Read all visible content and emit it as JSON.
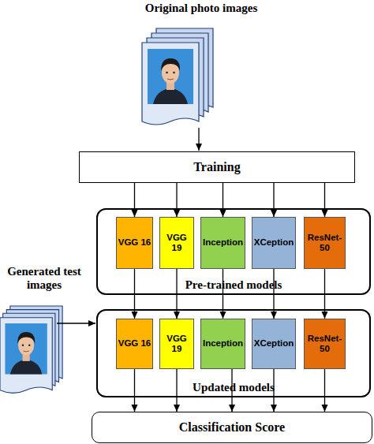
{
  "diagram": {
    "nodes": [
      {
        "text": [
          "Training"
        ]
      },
      {
        "text": [
          "Pre-trained models"
        ]
      },
      {
        "text": [
          "VGG 16"
        ],
        "in": 1
      },
      {
        "text": [
          "VGG 19"
        ],
        "in": 1
      },
      {
        "text": [
          "Inception"
        ],
        "in": 1
      },
      {
        "text": [
          "XCeption"
        ],
        "in": 1
      },
      {
        "text": [
          "ResNet-50"
        ],
        "in": 1
      },
      {
        "text": [
          "Updated models"
        ]
      },
      {
        "text": [
          "VGG 16"
        ],
        "in": 7
      },
      {
        "text": [
          "VGG 19"
        ],
        "in": 7
      },
      {
        "text": [
          "Inception"
        ],
        "in": 7
      },
      {
        "text": [
          "XCeption"
        ],
        "in": 7
      },
      {
        "text": [
          "ResNet-50"
        ],
        "in": 7
      },
      {
        "text": [
          "Classification Score"
        ]
      }
    ],
    "edges": [
      {
        "from": 0,
        "to": 2,
        "arrow": "to"
      },
      {
        "from": 0,
        "to": 3,
        "arrow": "to"
      },
      {
        "from": 0,
        "to": 4,
        "arrow": "to"
      },
      {
        "from": 0,
        "to": 5,
        "arrow": "to"
      },
      {
        "from": 0,
        "to": 6,
        "arrow": "to"
      },
      {
        "from": 2,
        "to": 8,
        "arrow": "to"
      },
      {
        "from": 3,
        "to": 9,
        "arrow": "to"
      },
      {
        "from": 4,
        "to": 10,
        "arrow": "to"
      },
      {
        "from": 5,
        "to": 11,
        "arrow": "to"
      },
      {
        "from": 6,
        "to": 12,
        "arrow": "to"
      },
      {
        "from": 8,
        "to": 13,
        "arrow": "to"
      },
      {
        "from": 9,
        "to": 13,
        "arrow": "to"
      },
      {
        "from": 10,
        "to": 13,
        "arrow": "to"
      },
      {
        "from": 11,
        "to": 13,
        "arrow": "to"
      },
      {
        "from": 12,
        "to": 13,
        "arrow": "to"
      }
    ],
    "labels": [
      "Original photo images",
      "Generated test images"
    ]
  }
}
